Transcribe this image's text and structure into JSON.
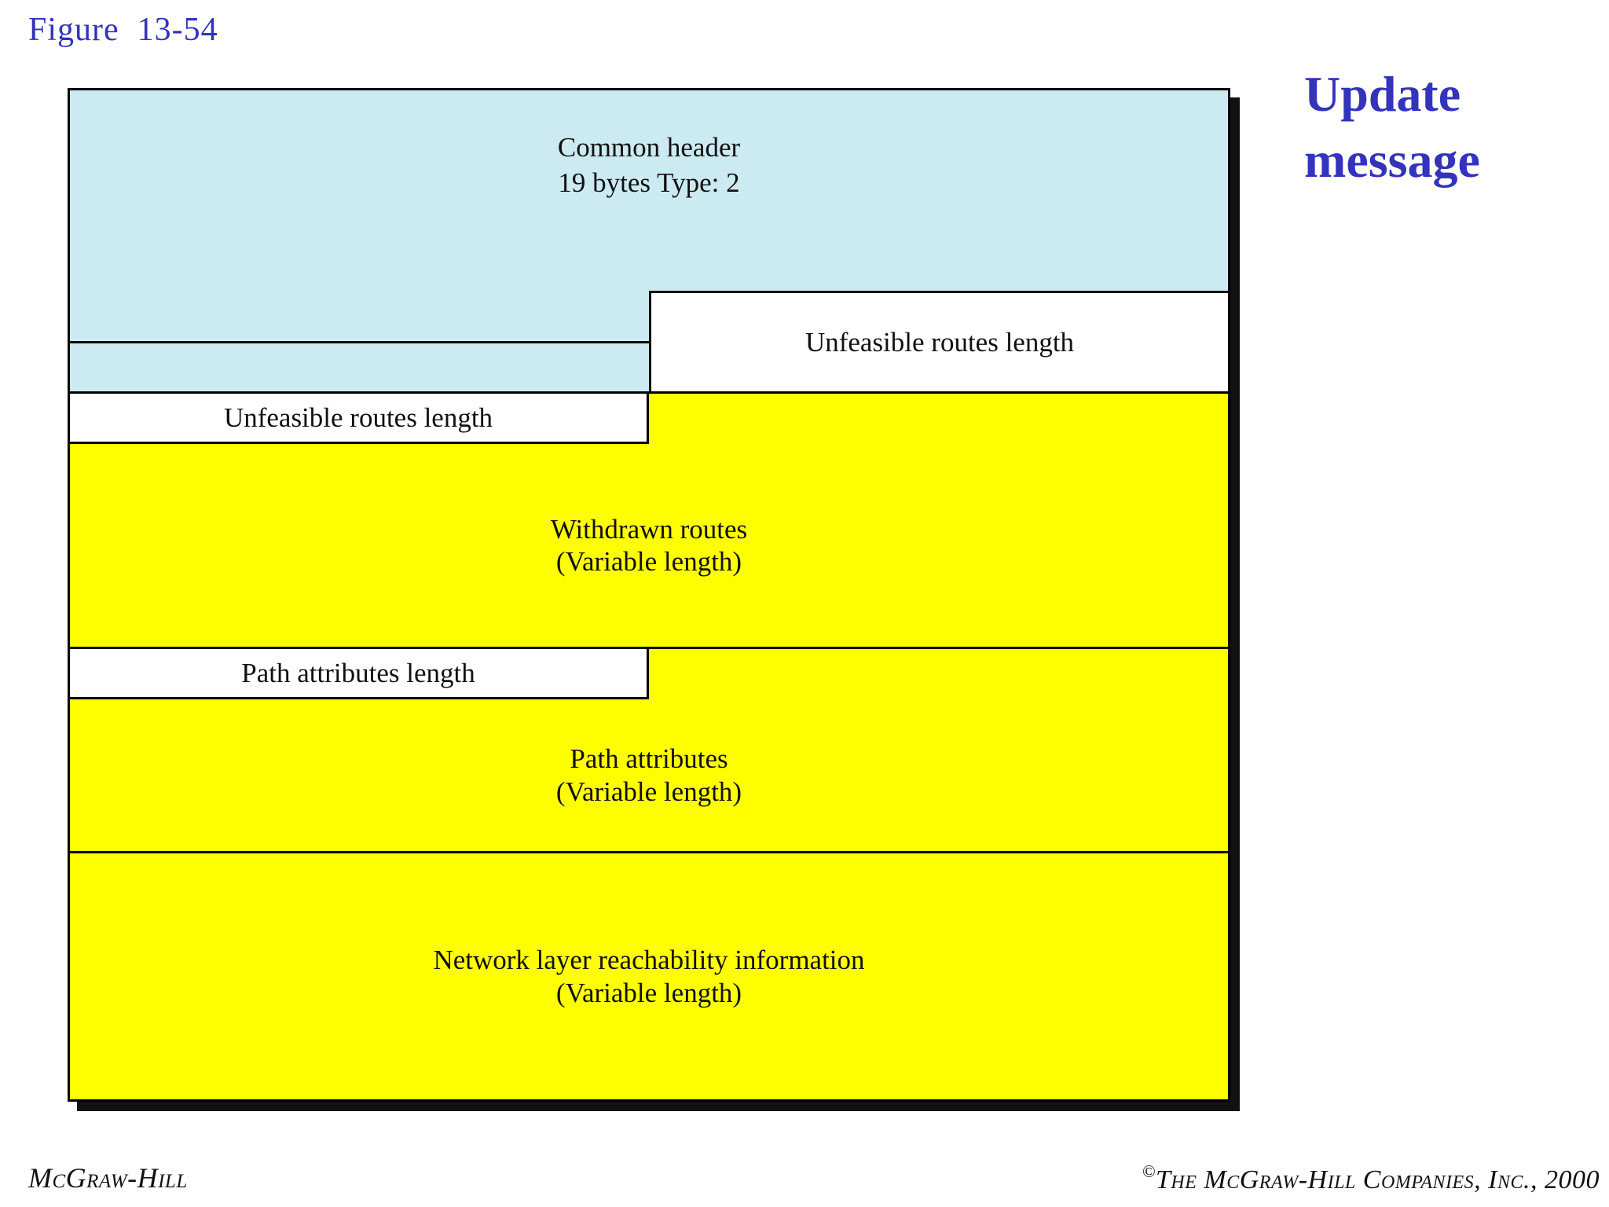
{
  "figure": {
    "caption": "Figure  13-54",
    "caption_color": "#3333bb"
  },
  "title": {
    "line1": "Update",
    "line2": "message",
    "color": "#3333bb"
  },
  "colors": {
    "header_fill": "#cceaf1",
    "variable_fill": "#ffff00",
    "length_fill": "#ffffff",
    "outline": "#000000"
  },
  "diagram": {
    "type": "packet-format",
    "name": "BGP Update message format",
    "fields": [
      {
        "id": "common-header",
        "label": "Common header",
        "sublabel": "19 bytes   Type: 2",
        "fill": "#cceaf1"
      },
      {
        "id": "unfeasible-routes-length-high",
        "label": "Unfeasible routes length",
        "fill": "#ffffff"
      },
      {
        "id": "unfeasible-routes-length-low",
        "label": "Unfeasible routes length",
        "fill": "#ffffff"
      },
      {
        "id": "withdrawn-routes",
        "label": "Withdrawn routes",
        "sublabel": "(Variable length)",
        "fill": "#ffff00"
      },
      {
        "id": "path-attributes-length",
        "label": "Path attributes length",
        "fill": "#ffffff"
      },
      {
        "id": "path-attributes",
        "label": "Path attributes",
        "sublabel": "(Variable length)",
        "fill": "#ffff00"
      },
      {
        "id": "network-layer-reachability-information",
        "label": "Network layer reachability information",
        "sublabel": "(Variable length)",
        "fill": "#ffff00"
      }
    ]
  },
  "footer": {
    "left": "McGraw-Hill",
    "copyright_symbol": "©",
    "right": "The McGraw-Hill Companies, Inc., 2000"
  }
}
